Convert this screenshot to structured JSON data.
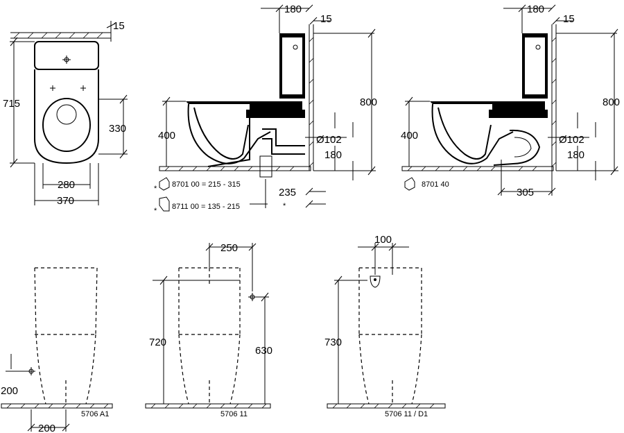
{
  "top_view": {
    "dim_715": "715",
    "dim_330": "330",
    "dim_280": "280",
    "dim_370": "370",
    "dim_15": "15"
  },
  "side_view_a": {
    "dim_180": "180",
    "dim_15": "15",
    "dim_800": "800",
    "dim_400": "400",
    "dim_diameter": "Ø102",
    "dim_180_low": "180",
    "dim_235": "235",
    "note_1": "8701 00  = 215 -  315",
    "note_2": "8711 00  = 135 - 215",
    "star": "*"
  },
  "side_view_b": {
    "dim_180": "180",
    "dim_15": "15",
    "dim_800": "800",
    "dim_400": "400",
    "dim_diameter": "Ø102",
    "dim_180_low": "180",
    "dim_305": "305",
    "note": "8701 40"
  },
  "front_a1": {
    "dim_200_h": "200",
    "dim_200_v": "200",
    "label": "5706 A1"
  },
  "front_11": {
    "dim_250": "250",
    "dim_720": "720",
    "dim_630": "630",
    "label": "5706 11"
  },
  "front_d1": {
    "dim_100": "100",
    "dim_730": "730",
    "label": "5706 11 / D1"
  }
}
